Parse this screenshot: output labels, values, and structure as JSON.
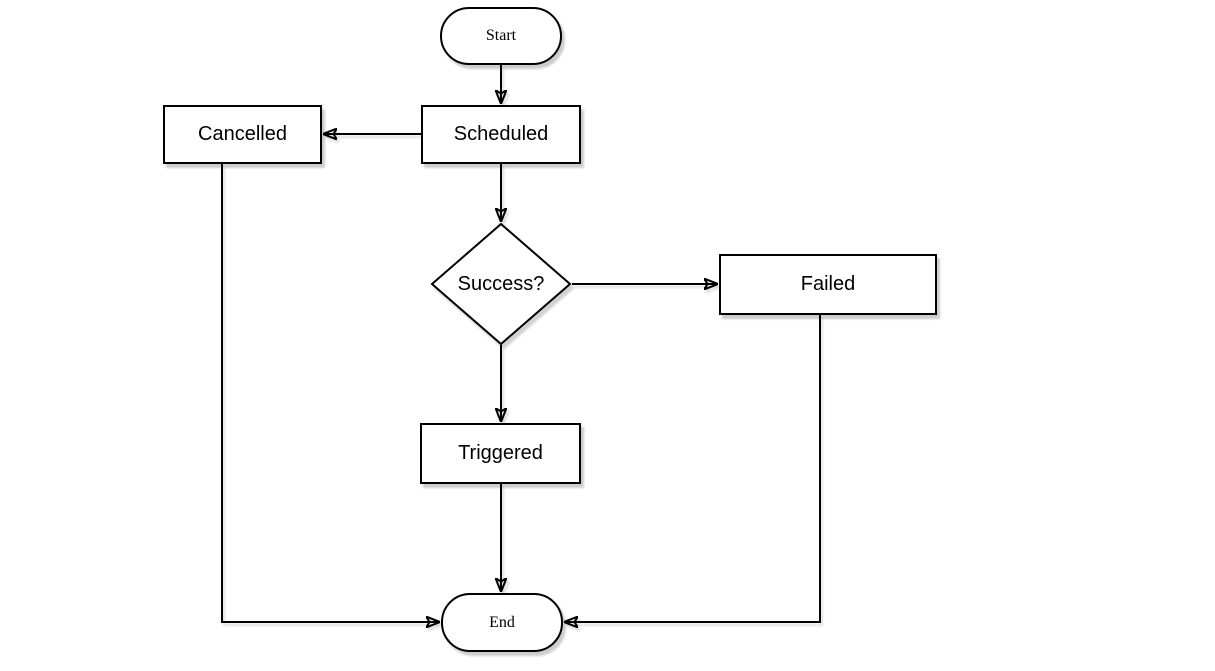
{
  "diagram": {
    "type": "flowchart",
    "background_color": "#ffffff",
    "shape_fill_color": "#ffffff",
    "shape_stroke_color": "#000000",
    "text_color": "#000000",
    "nodes": [
      {
        "id": "start",
        "label": "Start",
        "shape": "stadium"
      },
      {
        "id": "scheduled",
        "label": "Scheduled",
        "shape": "rectangle"
      },
      {
        "id": "cancelled",
        "label": "Cancelled",
        "shape": "rectangle"
      },
      {
        "id": "success",
        "label": "Success?",
        "shape": "diamond"
      },
      {
        "id": "failed",
        "label": "Failed",
        "shape": "rectangle"
      },
      {
        "id": "triggered",
        "label": "Triggered",
        "shape": "rectangle"
      },
      {
        "id": "end",
        "label": "End",
        "shape": "stadium"
      }
    ],
    "edges": [
      {
        "from": "start",
        "to": "scheduled"
      },
      {
        "from": "scheduled",
        "to": "cancelled"
      },
      {
        "from": "scheduled",
        "to": "success"
      },
      {
        "from": "success",
        "to": "failed"
      },
      {
        "from": "success",
        "to": "triggered"
      },
      {
        "from": "triggered",
        "to": "end"
      },
      {
        "from": "cancelled",
        "to": "end"
      },
      {
        "from": "failed",
        "to": "end"
      }
    ]
  }
}
